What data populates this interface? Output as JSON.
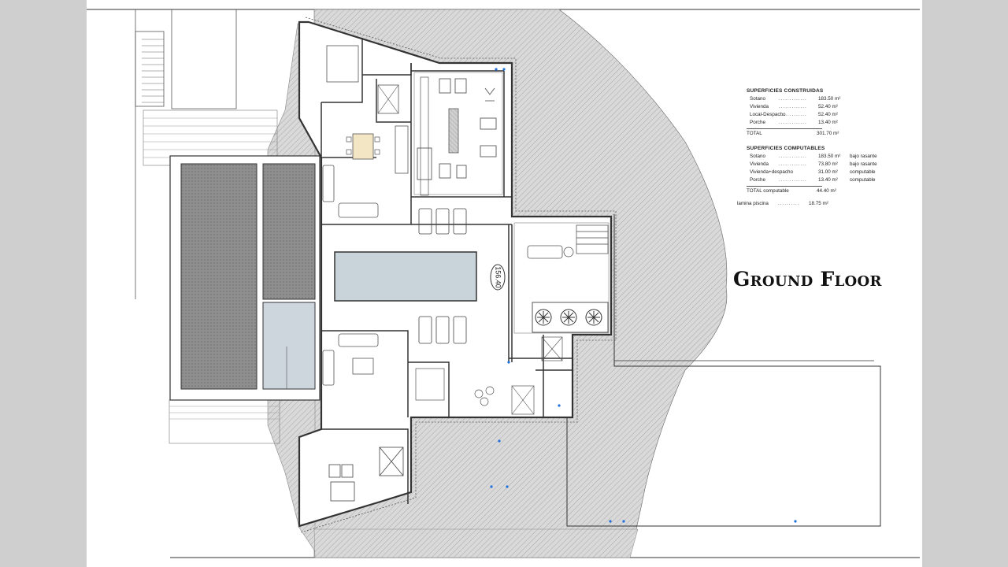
{
  "plan": {
    "title": "Ground Floor",
    "pool_level": "156.40"
  },
  "areas": {
    "built": {
      "title": "SUPERFICIES CONSTRUIDAS",
      "rows": [
        {
          "name": "Sotano",
          "value": "183.50 m²"
        },
        {
          "name": "Vivienda",
          "value": "52.40 m²"
        },
        {
          "name": "Local-Despacho",
          "value": "52.40 m²"
        },
        {
          "name": "Porche",
          "value": "13.40 m²"
        }
      ],
      "total_label": "TOTAL",
      "total_value": "301.70 m²"
    },
    "computable": {
      "title": "SUPERFICIES COMPUTABLES",
      "rows": [
        {
          "name": "Sotano",
          "value": "183.50 m²",
          "type": "bajo rasante"
        },
        {
          "name": "Vivienda",
          "value": "73.80 m²",
          "type": "bajo rasante"
        },
        {
          "name": "Vivienda+despacho",
          "value": "31.00 m²",
          "type": "computable"
        },
        {
          "name": "Porche",
          "value": "13.40 m²",
          "type": "computable"
        }
      ],
      "total_label": "TOTAL computable",
      "total_value": "44.40 m²"
    },
    "pool": {
      "label": "lamina piscina",
      "value": "18.75 m²"
    }
  },
  "colors": {
    "line": "#333333",
    "hatch": "#bdbdbd",
    "water": "#c9d3da",
    "accent": "#1e6fd9"
  }
}
